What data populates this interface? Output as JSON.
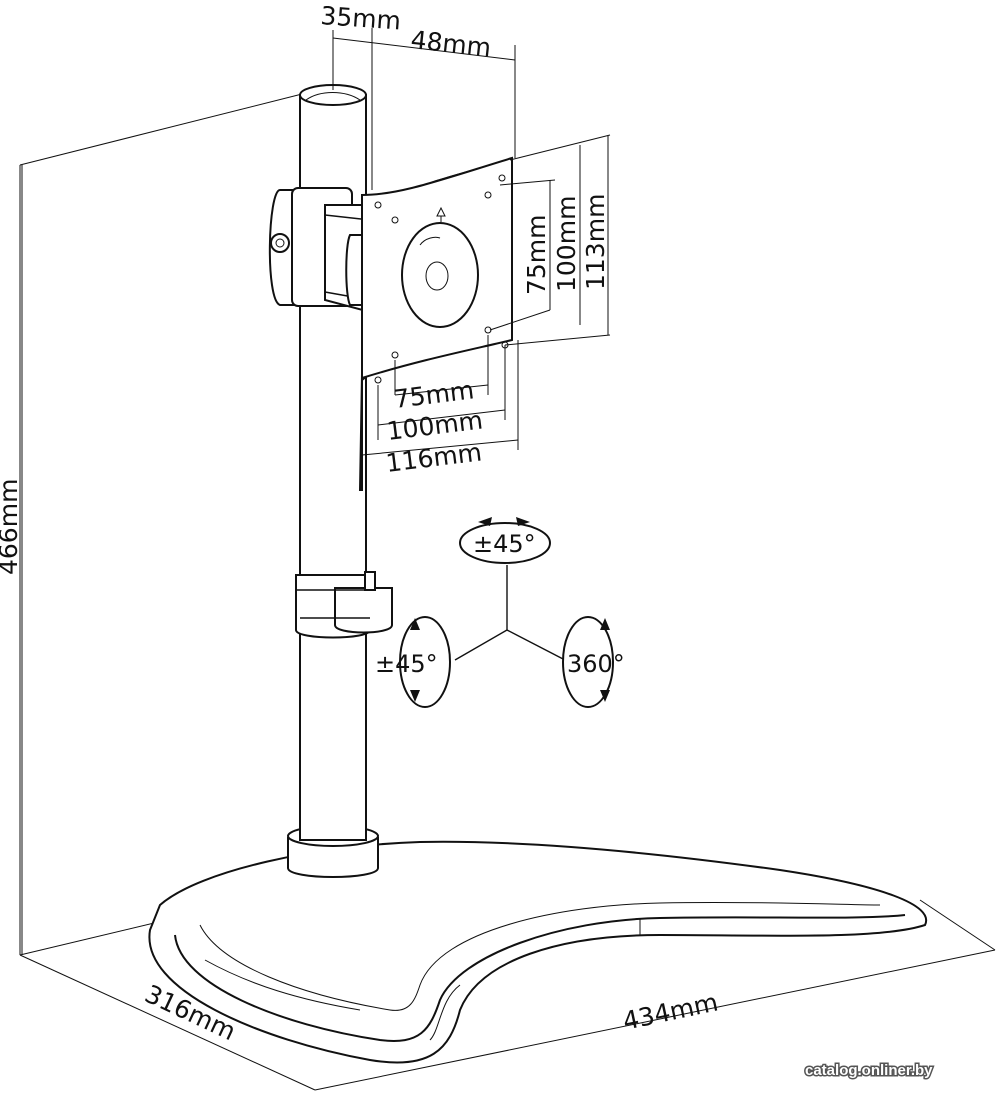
{
  "dimensions": {
    "offset_top": "35mm",
    "arm_width": "48mm",
    "vesa_h_small": "75mm",
    "vesa_h_mid": "100mm",
    "vesa_h_large": "116mm",
    "vesa_v_small": "75mm",
    "vesa_v_mid": "100mm",
    "vesa_v_large": "113mm",
    "total_height": "466mm",
    "base_depth": "316mm",
    "base_width": "434mm"
  },
  "rotation": {
    "tilt": "±45°",
    "swivel": "±45°",
    "rotate": "360°"
  },
  "watermark": "catalog.onliner.by"
}
